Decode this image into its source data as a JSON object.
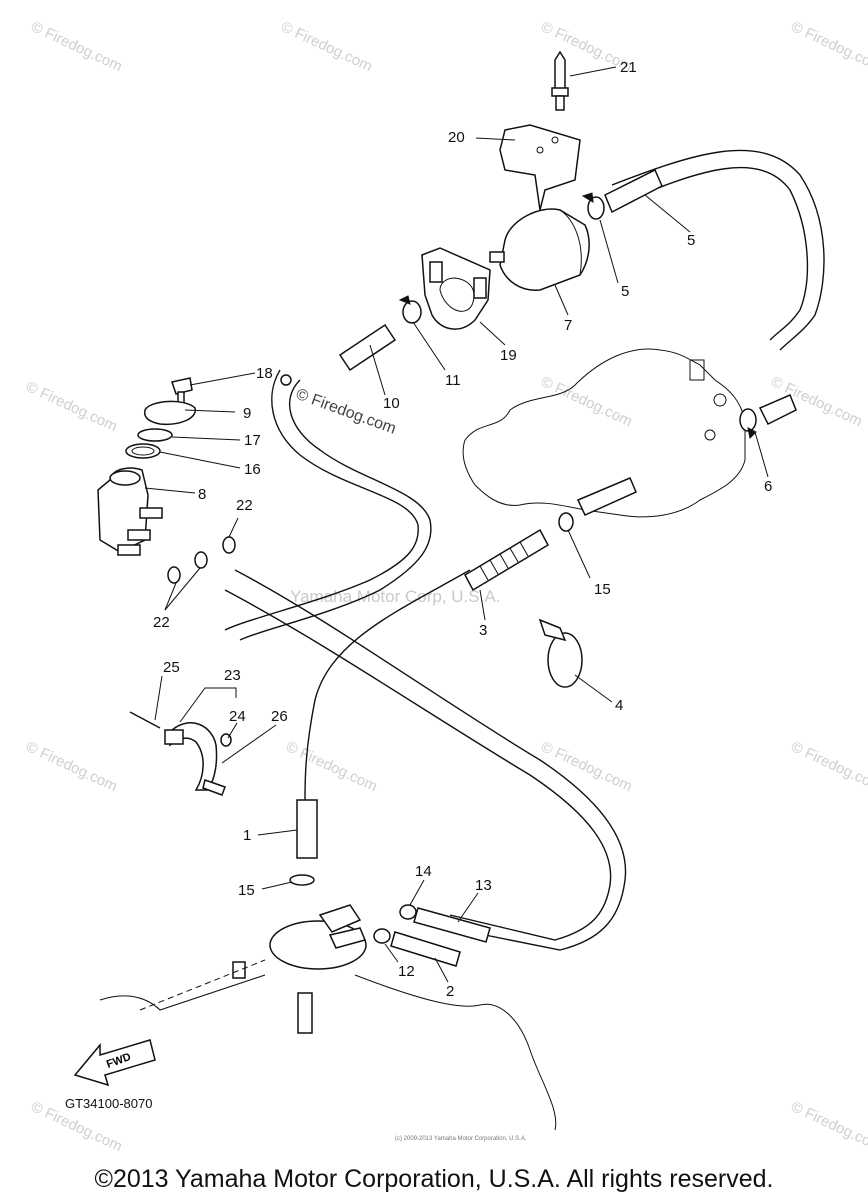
{
  "watermarks": {
    "corner": "© Firedog.com",
    "center_mark": "© Firedog.com",
    "center_text": "Yamaha Motor Corp, U.S.A.",
    "tiny_copyright": "(c) 2009-2013 Yamaha Motor Corporation, U.S.A."
  },
  "diagram": {
    "code": "GT34100-8070",
    "fwd_label": "FWD",
    "callouts": [
      "1",
      "2",
      "3",
      "4",
      "5",
      "5",
      "6",
      "7",
      "8",
      "9",
      "10",
      "11",
      "12",
      "13",
      "14",
      "15",
      "15",
      "16",
      "17",
      "18",
      "19",
      "20",
      "21",
      "22",
      "22",
      "23",
      "24",
      "25",
      "26"
    ]
  },
  "footer": {
    "copyright": "©2013 Yamaha Motor Corporation, U.S.A. All rights reserved."
  }
}
